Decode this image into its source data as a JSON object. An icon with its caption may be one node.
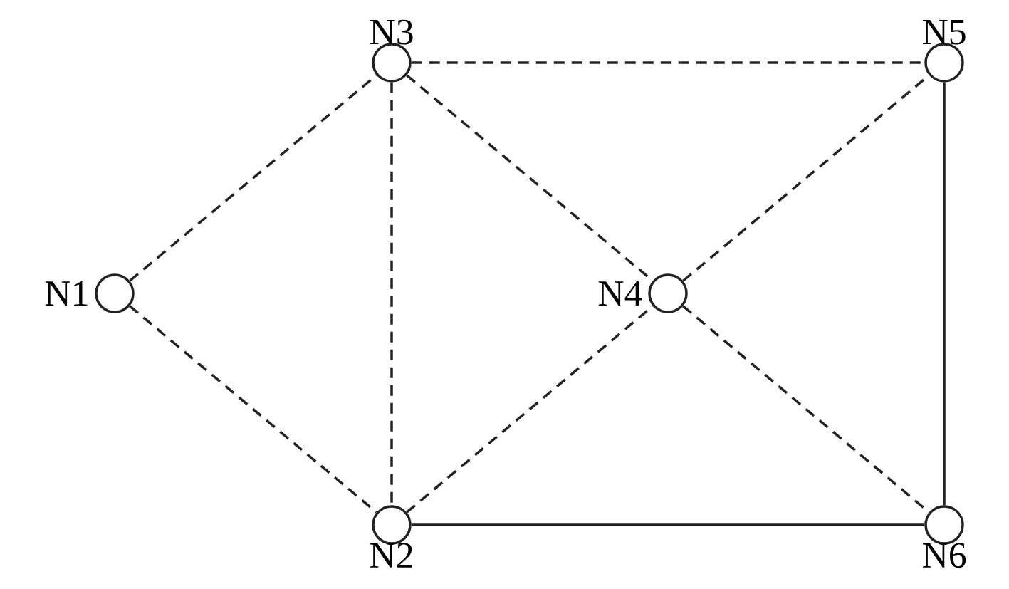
{
  "diagram": {
    "nodes": [
      {
        "text": [],
        "shape": "circle",
        "beside": [
          "N1"
        ]
      },
      {
        "text": [],
        "shape": "circle",
        "beside": [
          "N2"
        ]
      },
      {
        "text": [],
        "shape": "circle",
        "beside": [
          "N3"
        ]
      },
      {
        "text": [],
        "shape": "circle",
        "beside": [
          "N4"
        ]
      },
      {
        "text": [],
        "shape": "circle",
        "beside": [
          "N5"
        ]
      },
      {
        "text": [],
        "shape": "circle",
        "beside": [
          "N6"
        ]
      }
    ],
    "edges": [
      {
        "from": 0,
        "to": 2,
        "arrow": "none",
        "style": "dashed"
      },
      {
        "from": 0,
        "to": 1,
        "arrow": "none",
        "style": "dashed"
      },
      {
        "from": 2,
        "to": 1,
        "arrow": "none",
        "style": "dashed"
      },
      {
        "from": 2,
        "to": 4,
        "arrow": "none",
        "style": "dashed"
      },
      {
        "from": 2,
        "to": 3,
        "arrow": "none",
        "style": "dashed"
      },
      {
        "from": 1,
        "to": 3,
        "arrow": "none",
        "style": "dashed"
      },
      {
        "from": 3,
        "to": 4,
        "arrow": "none",
        "style": "dashed"
      },
      {
        "from": 3,
        "to": 5,
        "arrow": "none",
        "style": "dashed"
      },
      {
        "from": 4,
        "to": 5,
        "arrow": "none"
      },
      {
        "from": 1,
        "to": 5,
        "arrow": "none"
      }
    ]
  }
}
